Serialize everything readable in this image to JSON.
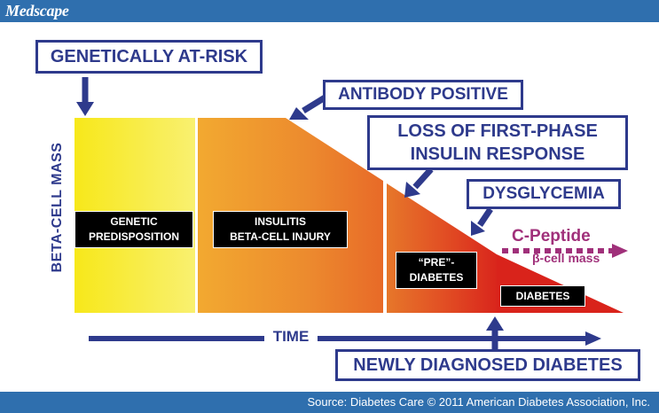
{
  "header": {
    "brand": "Medscape"
  },
  "footer": {
    "source": "Source: Diabetes Care © 2011 American Diabetes Association, Inc."
  },
  "axes": {
    "y_label": "BETA-CELL MASS",
    "x_label": "TIME"
  },
  "callouts": {
    "genetically_at_risk": "GENETICALLY AT-RISK",
    "antibody_positive": "ANTIBODY POSITIVE",
    "loss_first_phase_line1": "LOSS OF FIRST-PHASE",
    "loss_first_phase_line2": "INSULIN RESPONSE",
    "dysglycemia": "DYSGLYCEMIA",
    "newly_diagnosed": "NEWLY DIAGNOSED DIABETES"
  },
  "stages": {
    "genetic_line1": "GENETIC",
    "genetic_line2": "PREDISPOSITION",
    "insulitis_line1": "INSULITIS",
    "insulitis_line2": "BETA-CELL INJURY",
    "pre_line1": "“PRE”-",
    "pre_line2": "DIABETES",
    "diabetes": "DIABETES"
  },
  "c_peptide": {
    "title": "C-Peptide",
    "subtitle": "β-cell mass"
  },
  "colors": {
    "navy": "#2e3a8c",
    "header_blue": "#2f6fae",
    "magenta": "#a0307a",
    "yellow": "#f7ee2a",
    "orange": "#f08a2a",
    "red": "#e0281e"
  }
}
